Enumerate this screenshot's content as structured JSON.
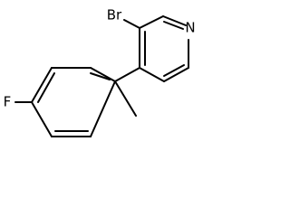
{
  "molecule": {
    "atoms": {
      "nitrogen": "N",
      "bromine": "Br",
      "fluorine": "F"
    }
  },
  "colors": {
    "background": "#ffffff",
    "bond": "#000000",
    "label": "#000000"
  }
}
